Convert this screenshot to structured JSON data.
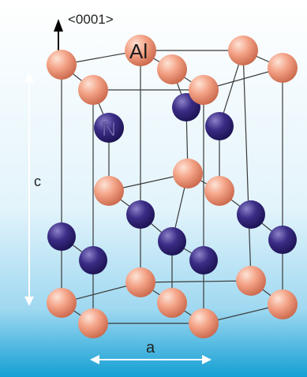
{
  "diagram": {
    "direction_label": "<0001>",
    "axis_c_label": "c",
    "axis_a_label": "a",
    "atom_al_label": "Al",
    "atom_n_label": "N"
  },
  "colors": {
    "background_top": "#ffffff",
    "background_mid": "#bfe6f7",
    "background_bottom": "#1aa3d6",
    "al_atom": "#f4a387",
    "n_atom": "#3b2d86",
    "bond": "#333333",
    "axis_arrow": "#ffffff"
  }
}
